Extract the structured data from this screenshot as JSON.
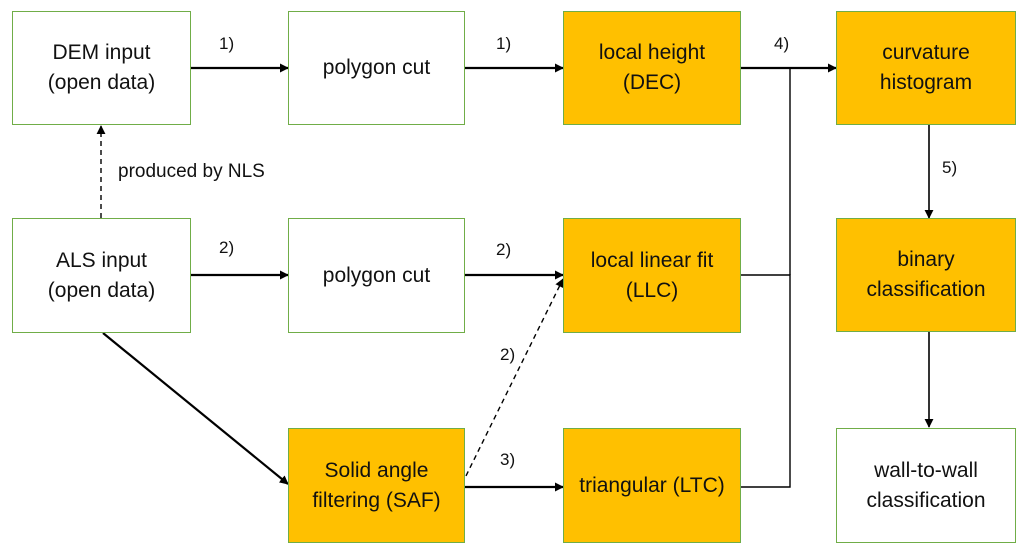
{
  "colors": {
    "box_border": "#70ad47",
    "box_highlight": "#ffc000",
    "box_plain": "#ffffff",
    "line": "#000000"
  },
  "nodes": {
    "dem_input": "DEM input\n(open data)",
    "polygon_cut_top": "polygon cut",
    "local_height": "local height\n(DEC)",
    "curvature_histogram": "curvature\nhistogram",
    "als_input": "ALS input\n(open data)",
    "polygon_cut_mid": "polygon cut",
    "local_linear_fit": "local linear fit\n(LLC)",
    "binary_classification": "binary\nclassification",
    "solid_angle_filtering": "Solid angle\nfiltering (SAF)",
    "triangular": "triangular (LTC)",
    "wall_to_wall": "wall-to-wall\nclassification"
  },
  "edge_labels": {
    "dem_to_cut": "1)",
    "cut_to_height": "1)",
    "to_curvature": "4)",
    "curvature_to_binary": "5)",
    "als_to_cut": "2)",
    "cut_to_llc": "2)",
    "saf_to_llc": "2)",
    "saf_to_ltc": "3)"
  },
  "annotations": {
    "produced_by": "produced by NLS"
  }
}
